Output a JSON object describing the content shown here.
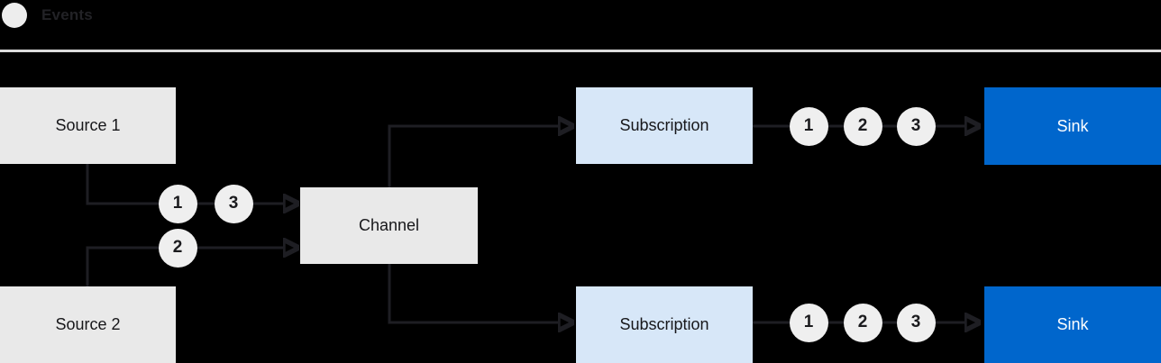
{
  "legend": {
    "label": "Events"
  },
  "colors": {
    "background": "#000000",
    "connector": "#1e1e23",
    "divider": "#dcdcdc",
    "node_gray": "#e9e9e9",
    "node_light_blue": "#d7e7f8",
    "node_blue": "#0066cc",
    "badge_fill": "#efefef",
    "text_dark": "#17171a",
    "text_on_blue": "#ffffff"
  },
  "diagram": {
    "sources": [
      {
        "label": "Source 1"
      },
      {
        "label": "Source 2"
      }
    ],
    "channel": {
      "label": "Channel"
    },
    "subscriptions": [
      {
        "label": "Subscription"
      },
      {
        "label": "Subscription"
      }
    ],
    "sinks": [
      {
        "label": "Sink"
      },
      {
        "label": "Sink"
      }
    ],
    "event_badges": {
      "source1_to_channel": [
        "1",
        "3"
      ],
      "source2_to_channel": [
        "2"
      ],
      "subscription1_to_sink": [
        "1",
        "2",
        "3"
      ],
      "subscription2_to_sink": [
        "1",
        "2",
        "3"
      ]
    }
  }
}
